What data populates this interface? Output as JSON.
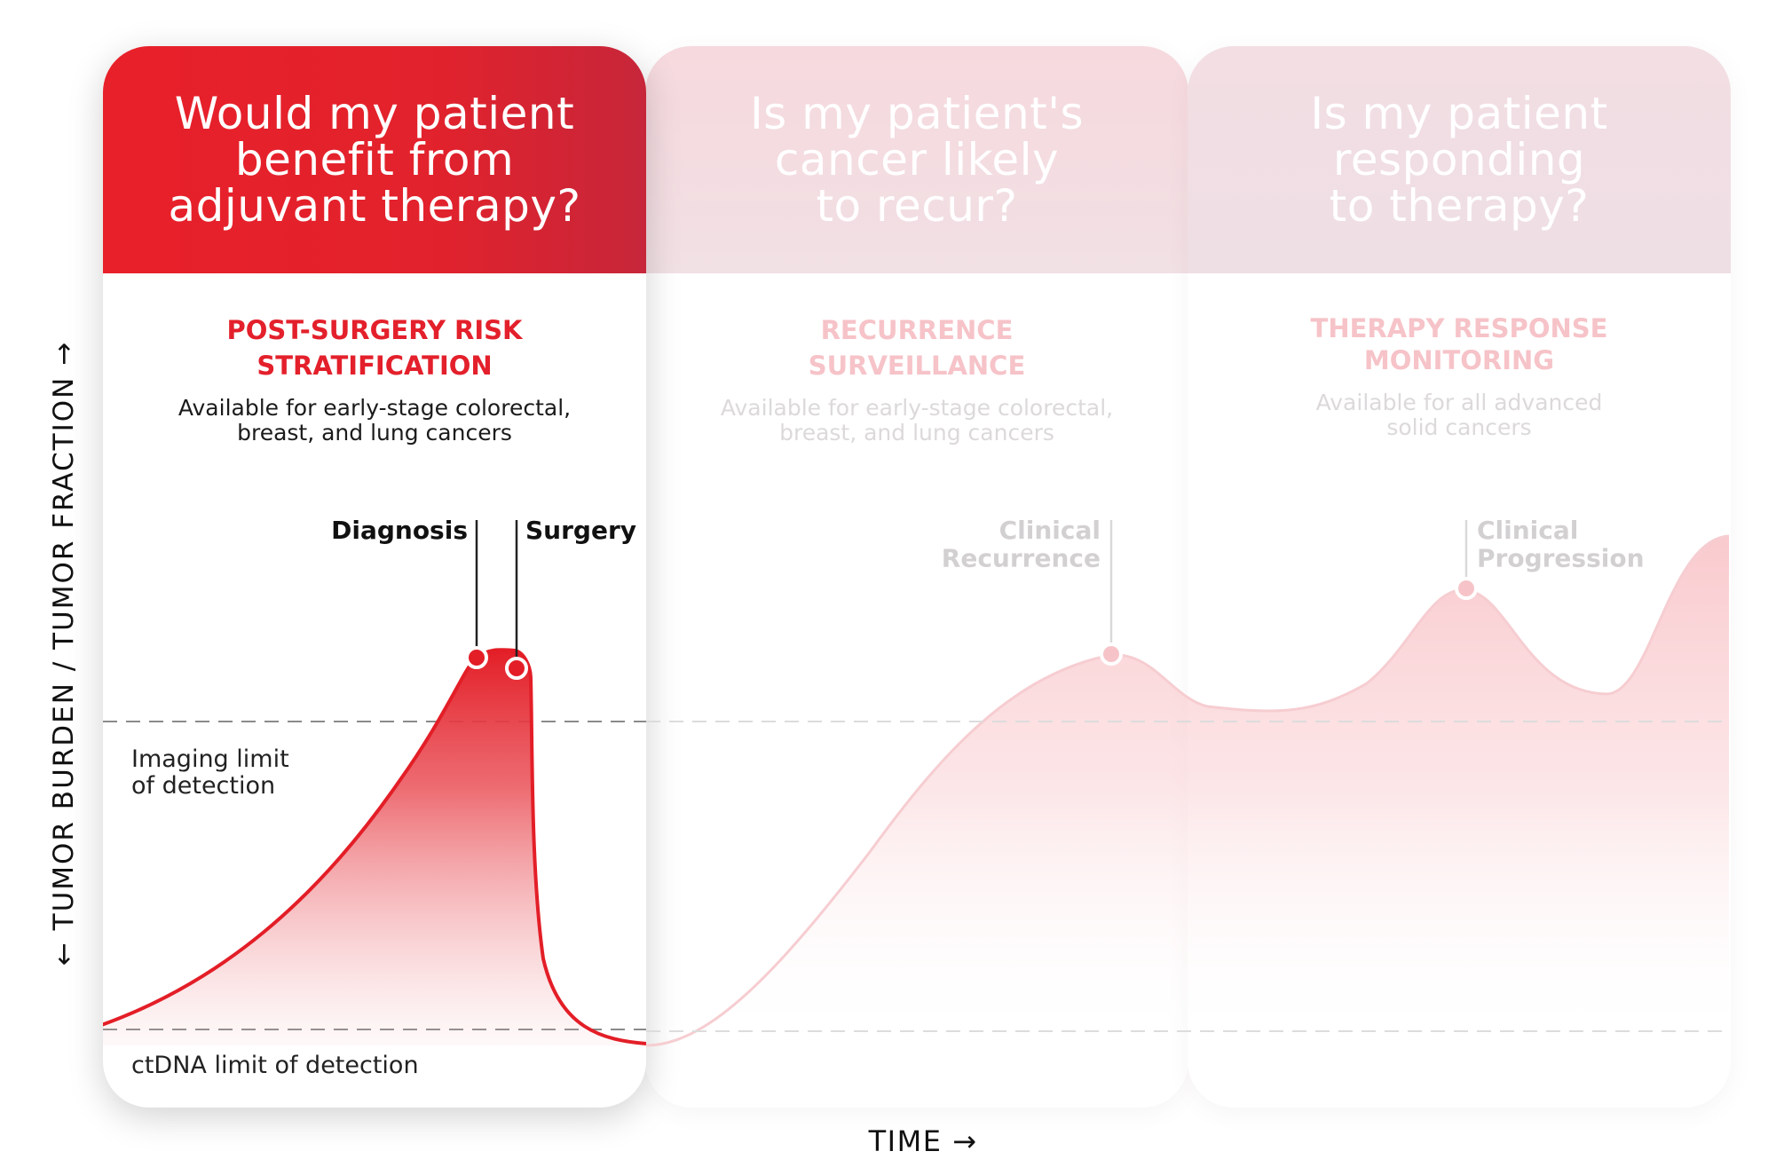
{
  "panels": [
    {
      "question": "Would my patient\nbenefit from\nadjuvant therapy?",
      "title": "POST-SURGERY RISK\nSTRATIFICATION",
      "subtitle": "Available for early-stage colorectal,\nbreast, and lung cancers"
    },
    {
      "question": "Is my patient's\ncancer likely\nto recur?",
      "title": "RECURRENCE\nSURVEILLANCE",
      "subtitle": "Available for early-stage colorectal,\nbreast, and lung cancers"
    },
    {
      "question": "Is my patient\nresponding\nto therapy?",
      "title": "THERAPY RESPONSE\nMONITORING",
      "subtitle": "Available for all advanced\nsolid cancers"
    }
  ],
  "axes": {
    "y_label": "← TUMOR BURDEN / TUMOR FRACTION →",
    "x_label": "TIME →"
  },
  "thresholds": {
    "imaging": "Imaging limit\nof detection",
    "ctdna": "ctDNA limit of detection"
  },
  "events": {
    "diagnosis": "Diagnosis",
    "surgery": "Surgery",
    "recurrence": "Clinical\nRecurrence",
    "progression": "Clinical\nProgression"
  },
  "colors": {
    "accent": "#e3202b",
    "faded_curve": "#f6c9cd",
    "faded_text": "#d3d0d2"
  }
}
